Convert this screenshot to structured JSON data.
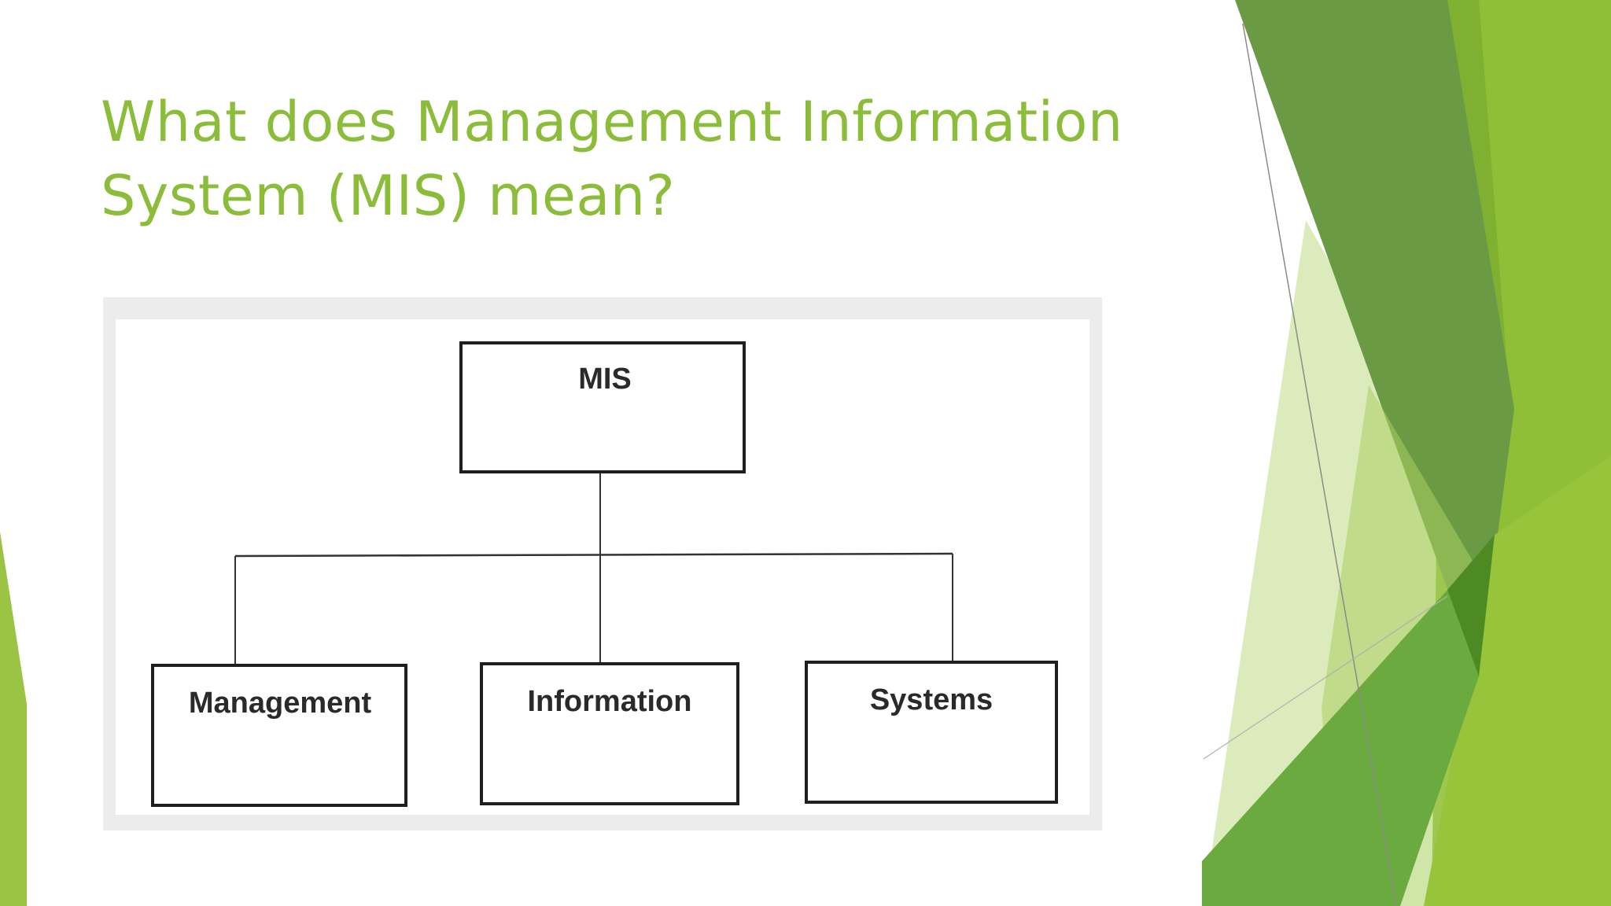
{
  "slide": {
    "title_line1": "What does Management Information",
    "title_line2": "System (MIS) mean?"
  },
  "diagram": {
    "root": "MIS",
    "children": [
      "Management",
      "Information",
      "Systems"
    ]
  },
  "colors": {
    "title": "#8cbd3a",
    "accent_light": "#9dc544",
    "accent_dark": "#5e8e3e",
    "accent_pale": "#d6e8b0"
  }
}
